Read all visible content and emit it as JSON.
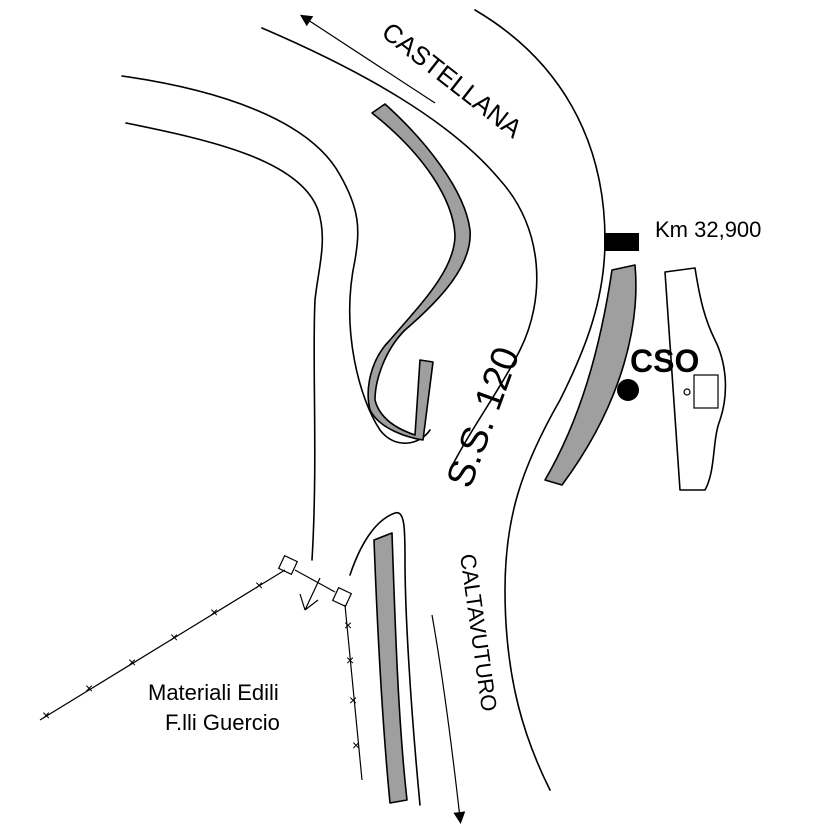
{
  "labels": {
    "castellana": "CASTELLANA",
    "km_marker": "Km 32,900",
    "cso": "CSO",
    "road_name": "S.S. 120",
    "caltavuturo": "CALTAVUTURO",
    "business_line1": "Materiali Edili",
    "business_line2": "F.lli Guercio"
  },
  "colors": {
    "island_fill": "#9f9f9f",
    "ink": "#000000",
    "background": "#ffffff"
  },
  "icons": {
    "km_marker": "black-rectangle",
    "cso_location": "filled-circle",
    "direction": "arrow"
  }
}
